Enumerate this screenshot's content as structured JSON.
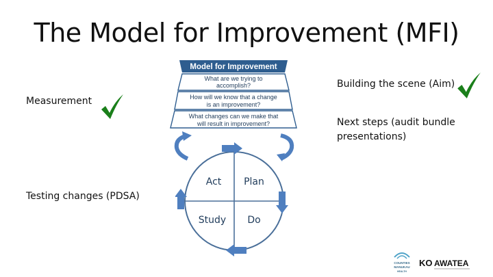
{
  "slide": {
    "title": "The Model for Improvement (MFI)"
  },
  "labels": {
    "measurement": "Measurement",
    "testing": "Testing changes (PDSA)",
    "aim": "Building the scene (Aim)",
    "next_steps_line1": "Next steps (audit bundle",
    "next_steps_line2": "presentations)"
  },
  "model": {
    "header": "Model for Improvement",
    "questions": [
      {
        "line1": "What are we trying to",
        "line2": "accomplish?"
      },
      {
        "line1": "How will we know that a change",
        "line2": "is an improvement?"
      },
      {
        "line1": "What changes can we make that",
        "line2": "will result in improvement?"
      }
    ]
  },
  "cycle": {
    "quadrants": {
      "act": "Act",
      "plan": "Plan",
      "study": "Study",
      "do": "Do"
    }
  },
  "logos": {
    "left_line1": "COUNTIES",
    "left_line2": "MANUKAU",
    "left_line3": "HEALTH",
    "right_mark": "KO",
    "right_name": "AWATEA"
  },
  "colors": {
    "checkmark": "#1a7f1a",
    "model_blue": "#2e5d8f",
    "arrow_blue": "#4f7fbf",
    "cycle_stroke": "#4a6f99"
  },
  "icons": [
    "checkmark-icon",
    "cycle-arrow-icon"
  ]
}
